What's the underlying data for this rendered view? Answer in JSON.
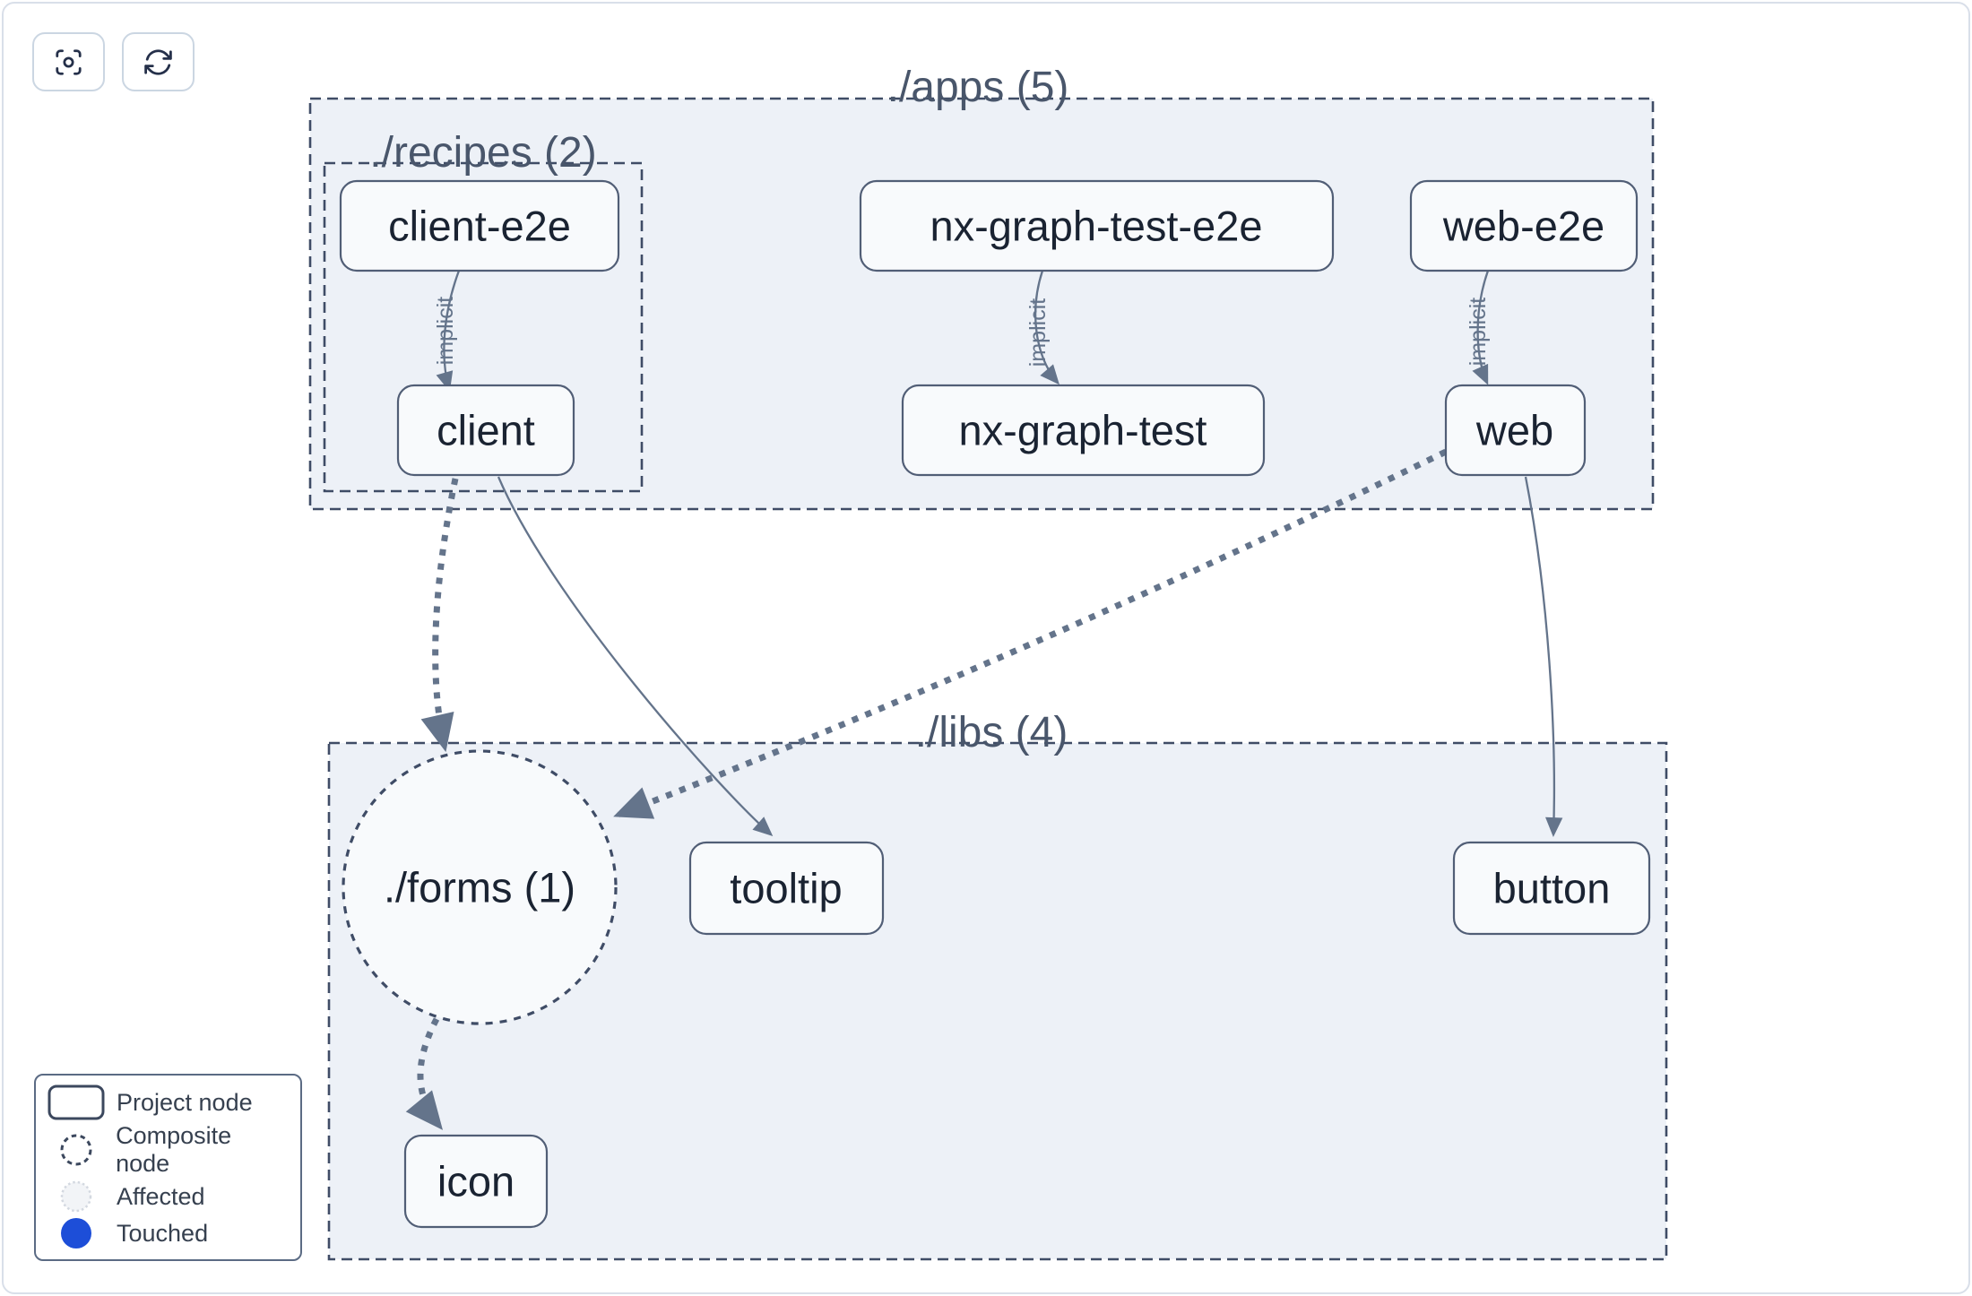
{
  "toolbar": {
    "buttons": [
      {
        "id": "focus",
        "icon": "viewfinder-icon"
      },
      {
        "id": "refresh",
        "icon": "refresh-icon"
      }
    ]
  },
  "graph": {
    "containers": [
      {
        "id": "apps",
        "label": "./apps (5)"
      },
      {
        "id": "recipes",
        "label": "./recipes (2)"
      },
      {
        "id": "libs",
        "label": "./libs (4)"
      }
    ],
    "composite_nodes": [
      {
        "id": "forms",
        "label": "./forms (1)"
      }
    ],
    "nodes": [
      {
        "id": "client-e2e",
        "label": "client-e2e"
      },
      {
        "id": "nx-graph-test-e2e",
        "label": "nx-graph-test-e2e"
      },
      {
        "id": "web-e2e",
        "label": "web-e2e"
      },
      {
        "id": "client",
        "label": "client"
      },
      {
        "id": "nx-graph-test",
        "label": "nx-graph-test"
      },
      {
        "id": "web",
        "label": "web"
      },
      {
        "id": "tooltip",
        "label": "tooltip"
      },
      {
        "id": "button",
        "label": "button"
      },
      {
        "id": "icon",
        "label": "icon"
      }
    ],
    "edges": [
      {
        "from": "client-e2e",
        "to": "client",
        "style": "solid",
        "label": "implicit"
      },
      {
        "from": "nx-graph-test-e2e",
        "to": "nx-graph-test",
        "style": "solid",
        "label": "implicit"
      },
      {
        "from": "web-e2e",
        "to": "web",
        "style": "solid",
        "label": "implicit"
      },
      {
        "from": "client",
        "to": "./forms (1)",
        "style": "thick-dashed",
        "label": ""
      },
      {
        "from": "client",
        "to": "tooltip",
        "style": "solid",
        "label": ""
      },
      {
        "from": "web",
        "to": "./forms (1)",
        "style": "thick-dashed",
        "label": ""
      },
      {
        "from": "web",
        "to": "button",
        "style": "solid",
        "label": ""
      },
      {
        "from": "./forms (1)",
        "to": "icon",
        "style": "thick-dashed",
        "label": ""
      }
    ]
  },
  "legend": {
    "items": [
      {
        "icon": "project-node-swatch",
        "label": "Project node"
      },
      {
        "icon": "composite-node-swatch",
        "label": "Composite node"
      },
      {
        "icon": "affected-swatch",
        "label": "Affected"
      },
      {
        "icon": "touched-swatch",
        "label": "Touched"
      }
    ]
  },
  "colors": {
    "container_fill": "#edf1f7",
    "node_fill": "#f8fafc",
    "dashed_border": "#3f4c66",
    "edge": "#64748b",
    "touched_blue": "#1d4ed8",
    "affected_fill": "#f2f4f7",
    "page_border": "#d9dfe9"
  }
}
